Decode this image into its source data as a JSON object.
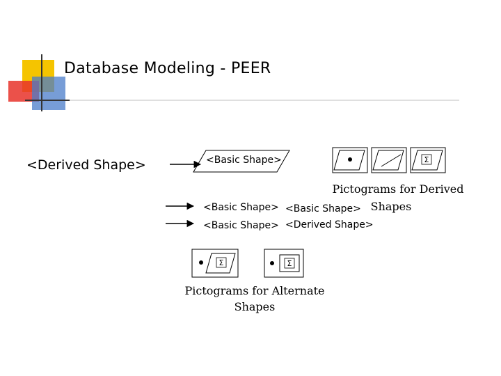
{
  "title": "Database Modeling - PEER",
  "derived_shape_label": "<Derived Shape>",
  "basic_shape_label": "<Basic Shape>",
  "relations": [
    {
      "from": "<Basic Shape>",
      "to": "<Basic Shape>"
    },
    {
      "from": "<Basic Shape>",
      "to": "<Derived Shape>"
    }
  ],
  "pictograms_derived_caption_line1": "Pictograms for Derived",
  "pictograms_derived_caption_line2": "Shapes",
  "pictograms_alternate_caption_line1": "Pictograms for Alternate",
  "pictograms_alternate_caption_line2": "Shapes",
  "pictogram_symbol": "Σ",
  "colors": {
    "accent_yellow": "#f5c400",
    "accent_red": "#e8332a",
    "accent_blue": "#4a7cc9",
    "rule_dark": "#333333",
    "rule_light": "#bfbfbf"
  }
}
